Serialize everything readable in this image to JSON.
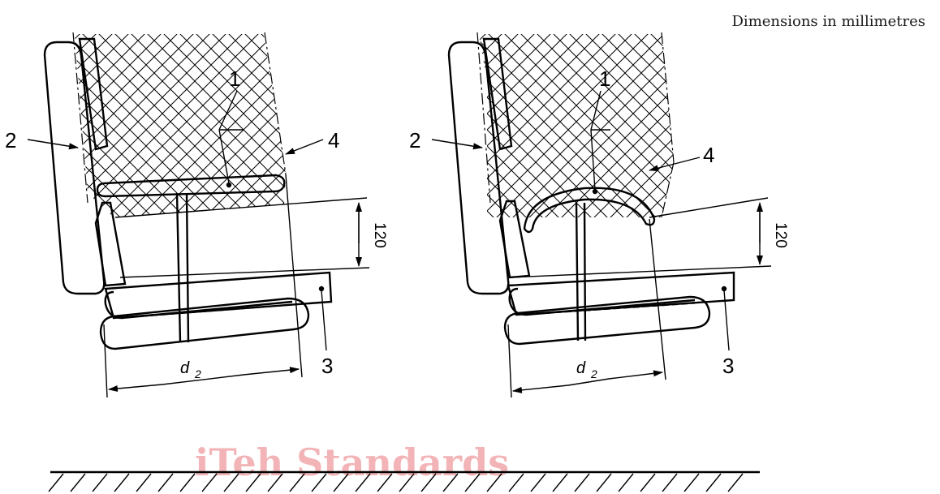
{
  "header": {
    "note": "Dimensions in millimetres"
  },
  "figure_left": {
    "labels": {
      "one": "1",
      "two": "2",
      "three": "3",
      "four": "4"
    },
    "dimension_height": "120",
    "dimension_width_symbol": "d",
    "dimension_width_subscript": "2"
  },
  "figure_right": {
    "labels": {
      "one": "1",
      "two": "2",
      "three": "3",
      "four": "4"
    },
    "dimension_height": "120",
    "dimension_width_symbol": "d",
    "dimension_width_subscript": "2"
  },
  "watermark": {
    "text": "iTeh Standards"
  }
}
